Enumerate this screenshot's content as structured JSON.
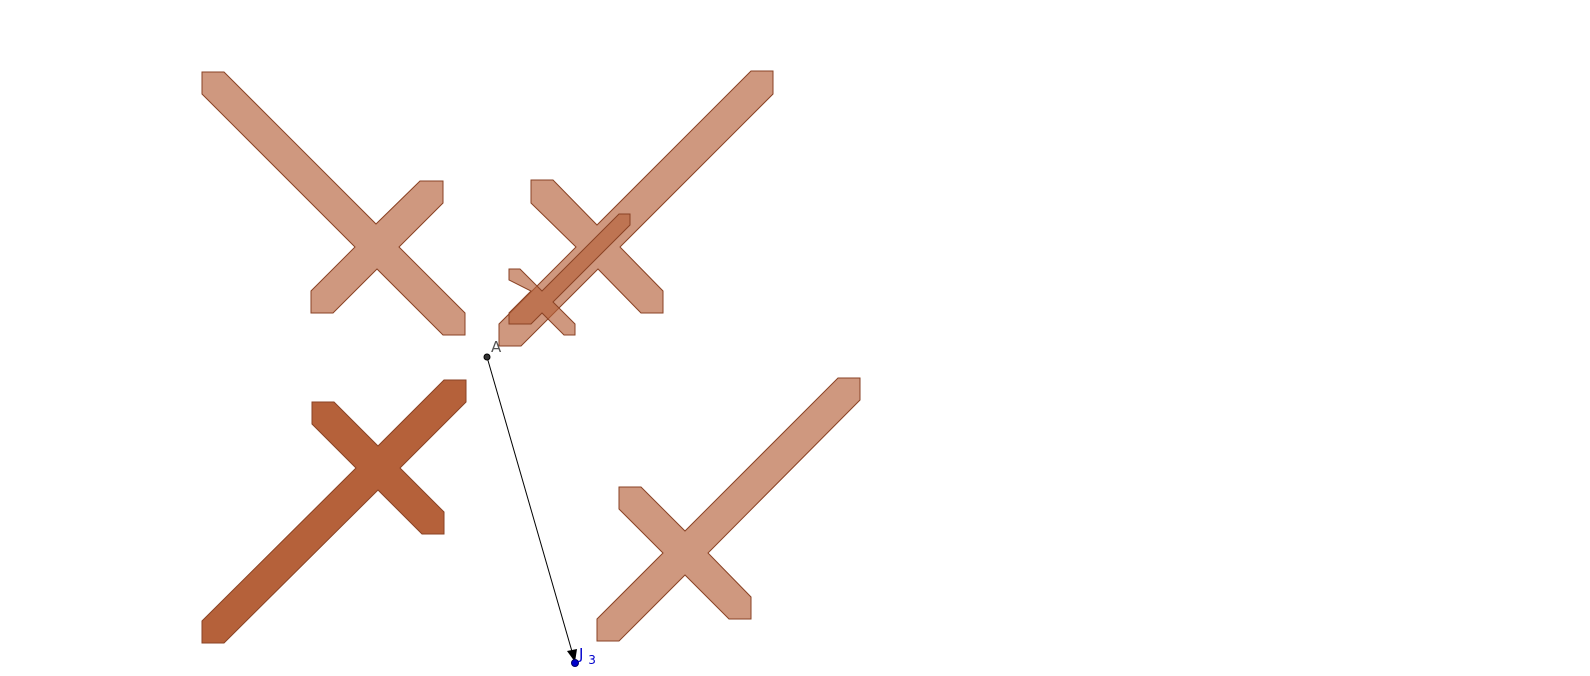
{
  "colors": {
    "shape_fill": "#b5613a",
    "shape_stroke": "#8a4224",
    "point_dark": "#333333",
    "point_blue": "#0000cc",
    "vector_line": "#000000",
    "background": "#ffffff"
  },
  "points": {
    "a": {
      "name": "A",
      "color_key": "point_dark"
    },
    "j3": {
      "name": "J",
      "subscript": "3",
      "color_key": "point_blue"
    }
  },
  "shapes": [
    {
      "id": "top-left-cross",
      "opacity": 0.65
    },
    {
      "id": "top-right-cross",
      "opacity": 0.65
    },
    {
      "id": "small-cross",
      "opacity": 0.65
    },
    {
      "id": "bottom-left-cross",
      "opacity": 1.0
    },
    {
      "id": "bottom-right-cross",
      "opacity": 0.65
    }
  ],
  "vector": {
    "from": "A",
    "to": "J3"
  }
}
